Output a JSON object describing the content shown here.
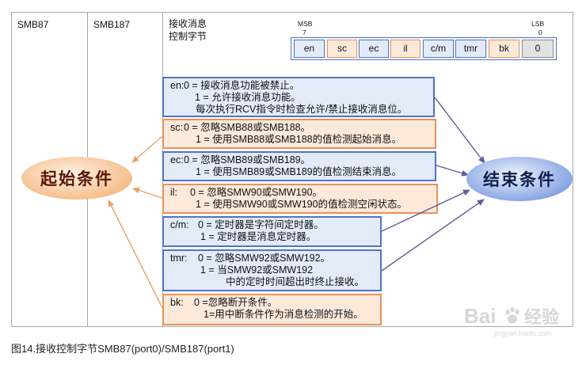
{
  "header": {
    "col1": "SMB87",
    "col2": "SMB187",
    "col3_line1": "接收消息",
    "col3_line2": "控制字节"
  },
  "bit_field": {
    "msb_label": "MSB",
    "msb_index": "7",
    "lsb_label": "LSB",
    "lsb_index": "0",
    "bits": [
      "en",
      "sc",
      "ec",
      "il",
      "c/m",
      "tmr",
      "bk",
      "0"
    ]
  },
  "descriptions": [
    {
      "key": "en:",
      "lines": [
        "0 = 接收消息功能被禁止。",
        "1 = 允许接收消息功能。",
        "每次执行RCV指令时检查允许/禁止接收消息位。"
      ]
    },
    {
      "key": "sc:",
      "lines": [
        "0 = 忽略SMB88或SMB188。",
        "1 = 使用SMB88或SMB188的值检测起始消息。"
      ]
    },
    {
      "key": "ec:",
      "lines": [
        "0 = 忽略SMB89或SMB189。",
        "1 = 使用SMB89或SMB189的值检测结束消息。"
      ]
    },
    {
      "key": "il:",
      "lines": [
        "0 = 忽略SMW90或SMW190。",
        "1 = 使用SMW90或SMW190的值检测空闲状态。"
      ]
    },
    {
      "key": "c/m:",
      "lines": [
        "0 = 定时器是字符间定时器。",
        "1 = 定时器是消息定时器。"
      ]
    },
    {
      "key": "tmr:",
      "lines": [
        "0 = 忽略SMW92或SMW192。",
        "1 = 当SMW92或SMW192",
        "中的定时时间超出时终止接收。"
      ]
    },
    {
      "key": "bk:",
      "lines": [
        "0 =忽略断开条件。",
        "1=用中断条件作为消息检测的开始。"
      ]
    }
  ],
  "conditions": {
    "start": "起始条件",
    "end": "结束条件"
  },
  "caption": "图14.接收控制字节SMB87(port0)/SMB187(port1)",
  "watermark": {
    "brand_latin": "Bai",
    "brand_cn": "经验",
    "url": "jingyan.baidu.com",
    "icon": "paw-icon"
  },
  "colors": {
    "blue_border": "#4f74c4",
    "blue_fill": "#e3ebf8",
    "orange_border": "#e8915a",
    "orange_fill": "#fde9da",
    "gray_fill": "#e2e2e2",
    "gray_border": "#8a8a8a",
    "start_arrow": "#e6a56a",
    "end_arrow": "#5e5e96",
    "start_ellipse": "#f2a868",
    "end_ellipse": "#5f86d8",
    "table_border": "#a9a9a9"
  }
}
